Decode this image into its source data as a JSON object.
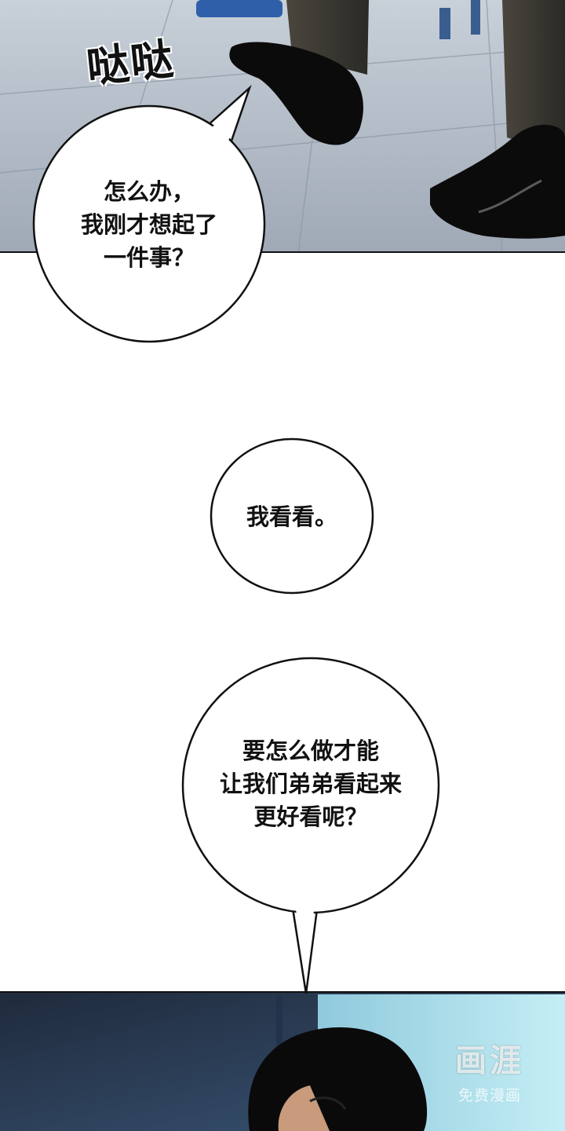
{
  "panels": {
    "top": {
      "description_colors": {
        "floor": "#aeb8c4",
        "shoe": "#0b0b0b",
        "pants": "#3c3a34"
      }
    },
    "bottom": {
      "description_colors": {
        "wall": "#2a3b52",
        "window": "#9ed6e6",
        "hair": "#0a0a0a"
      }
    }
  },
  "sfx": {
    "text": "哒哒"
  },
  "bubbles": [
    {
      "lines": [
        "怎么办，",
        "我刚才想起了",
        "一件事？"
      ]
    },
    {
      "lines": [
        "我看看。"
      ]
    },
    {
      "lines": [
        "要怎么做才能",
        "让我们弟弟看起来",
        "更好看呢？"
      ]
    }
  ],
  "watermark": {
    "logo": "画涯",
    "tag": "免费漫画"
  }
}
